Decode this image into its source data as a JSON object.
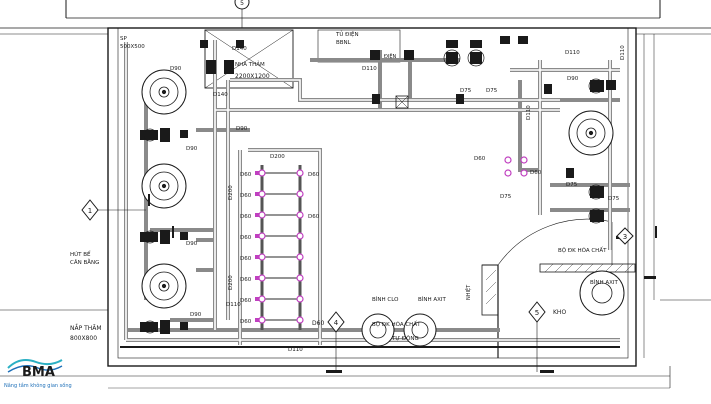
{
  "labels": {
    "grid_5": "5",
    "grid_1": "1",
    "grid_3": "3",
    "grid_4": "4",
    "grid_5b": "5",
    "tank_room": "NHÀ THẢM",
    "tank_dim": "2200X1200",
    "d140a": "D140",
    "d140b": "D140",
    "d90_tl": "D90",
    "d90_mid": "D90",
    "d90_r": "D90",
    "d90_l": "D90",
    "d90_l2": "D90",
    "d200": "D200",
    "d200_v": "D200",
    "d200_v2": "D200",
    "d110": "D110",
    "d110_top": "D110",
    "d110_r": "D110",
    "d110_r2": "D110",
    "d110_bot": "D110",
    "d75a": "D75",
    "d75b": "D75",
    "d75c": "D75",
    "d75d": "D75",
    "d75e": "D75",
    "d60": "D60",
    "d60_r": "D60",
    "d60_big": "D60",
    "d110_b": "D110",
    "d90_b": "D90",
    "d60_grid_r": "D60",
    "sp_top": "SP",
    "sp_dim": "500X500",
    "tu_dien": "TỦ ĐIỆN",
    "tu_dien_sub": "BBNL",
    "dien_label": "ĐIỆN",
    "hut_be": "HÚT BỂ",
    "can_bang": "CÂN BẰNG",
    "nap_tham": "NẮP THĂM",
    "nap_dim": "800X800",
    "binh_clo": "BÌNH CLO",
    "binh_axit": "BÌNH AXIT",
    "bo_dk": "BỘ ĐK HÓA CHẤT",
    "tu_dong": "TỰ ĐỘNG",
    "bo_dk_r": "BỘ ĐK HÓA CHẤT",
    "binh_axit_r": "BÌNH AXIT",
    "kho": "KHO",
    "nhiet": "NHIỆT",
    "d60_list": [
      "D60",
      "D60",
      "D60",
      "D60",
      "D60",
      "D60",
      "D60",
      "D60",
      "D60"
    ]
  },
  "logo": {
    "brand": "BMA",
    "tagline": "Nâng tầm không gian sống"
  },
  "colors": {
    "line": "#1a1a1a",
    "pipe": "#9a9a9a",
    "accent": "#c040c0",
    "logo_blue": "#1d6fb8",
    "logo_teal": "#2bb0c4"
  }
}
